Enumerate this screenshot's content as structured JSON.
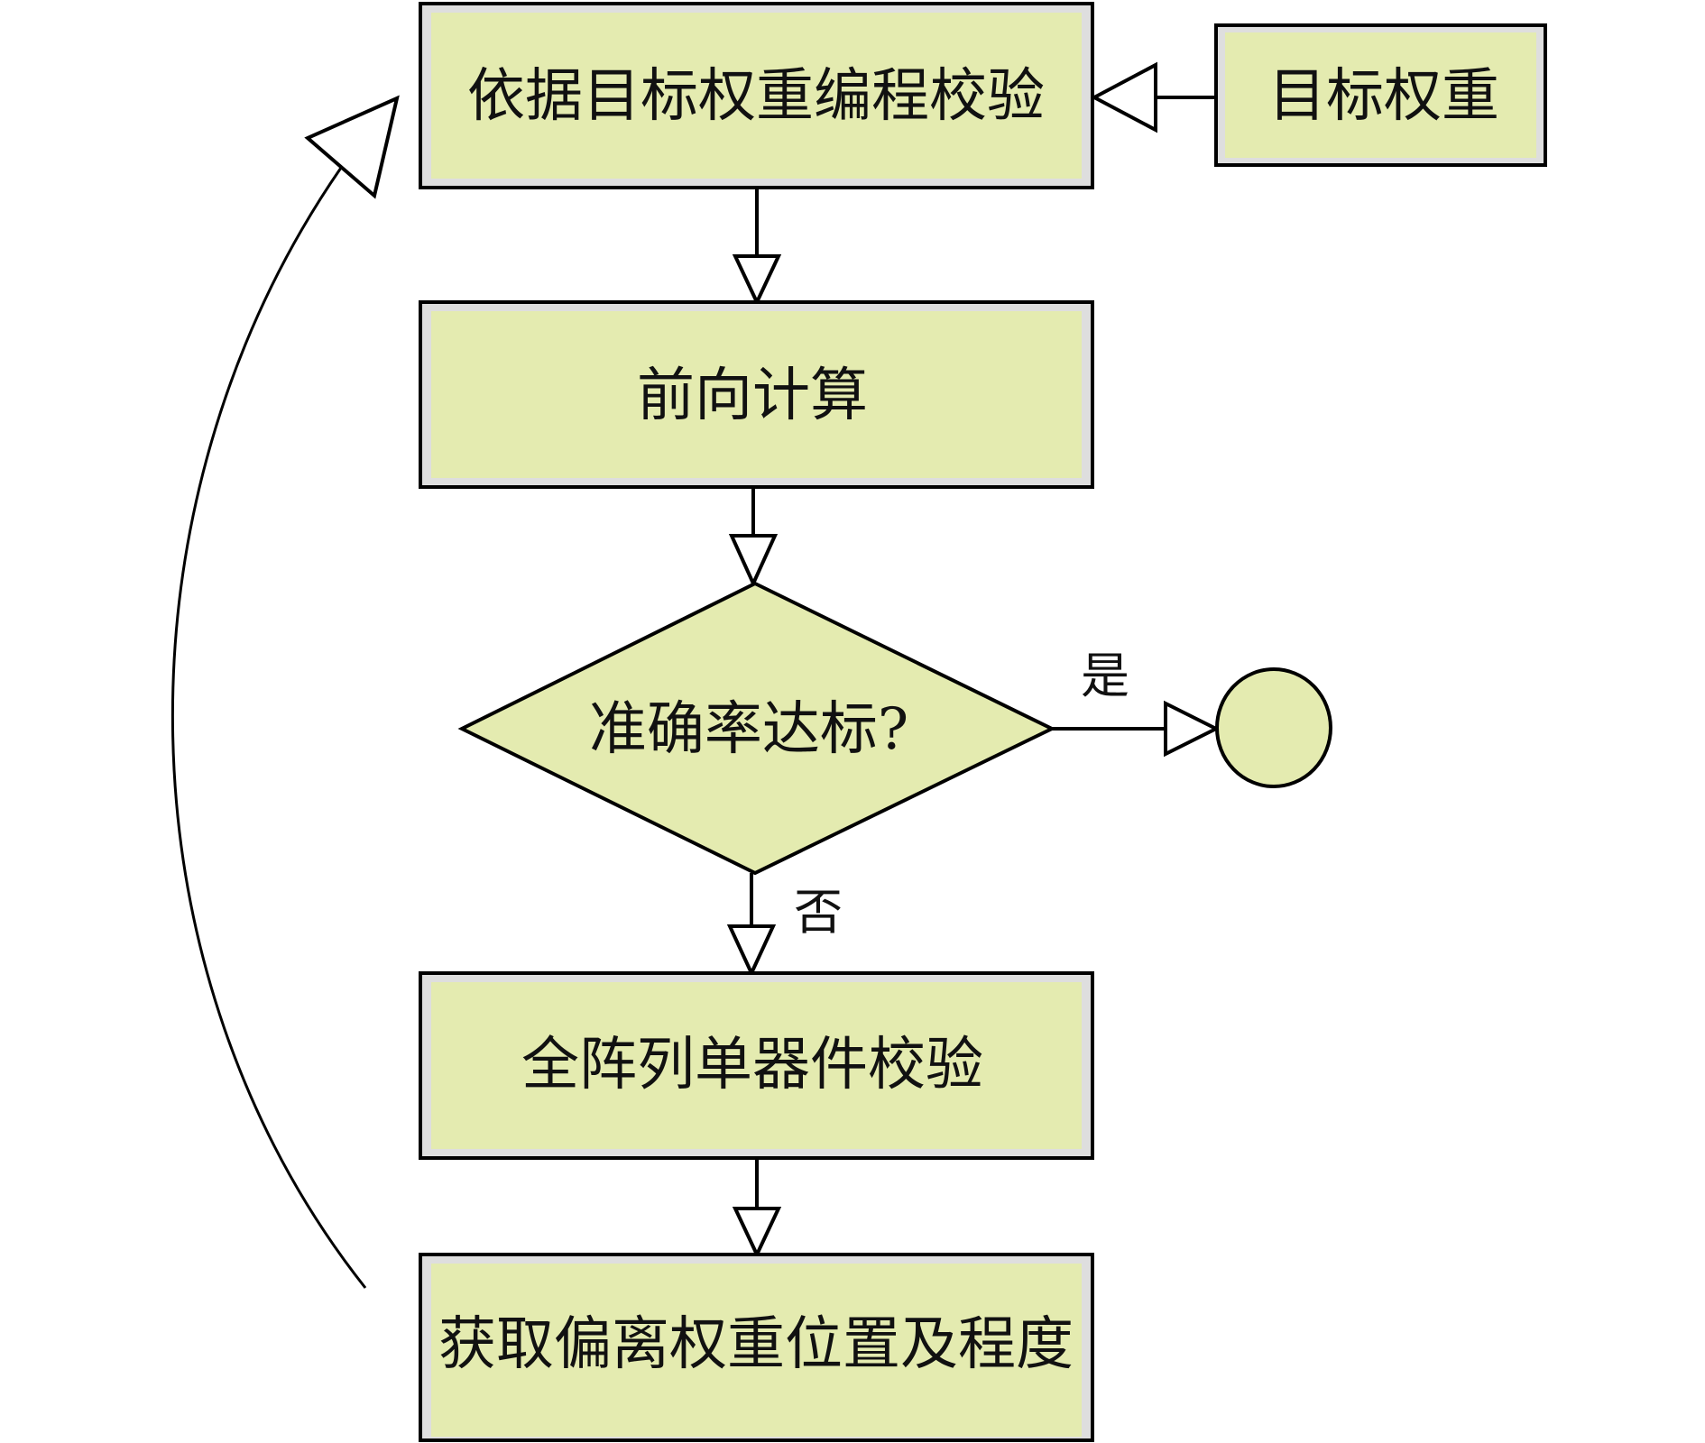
{
  "colors": {
    "fill": "#e4ebb0",
    "inner_band": "#dedede",
    "stroke": "#000000",
    "text": "#111111",
    "background": "#ffffff"
  },
  "nodes": {
    "encode_verify": {
      "label": "依据目标权重编程校验",
      "shape": "rectangle"
    },
    "target_weights": {
      "label": "目标权重",
      "shape": "rectangle"
    },
    "forward_compute": {
      "label": "前向计算",
      "shape": "rectangle"
    },
    "accuracy_check": {
      "label": "准确率达标?",
      "shape": "diamond"
    },
    "end": {
      "label": "",
      "shape": "circle"
    },
    "array_verify": {
      "label": "全阵列单器件校验",
      "shape": "rectangle"
    },
    "get_deviation": {
      "label": "获取偏离权重位置及程度",
      "shape": "rectangle"
    }
  },
  "edges": {
    "yes_label": "是",
    "no_label": "否",
    "list": [
      {
        "from": "target_weights",
        "to": "encode_verify"
      },
      {
        "from": "encode_verify",
        "to": "forward_compute"
      },
      {
        "from": "forward_compute",
        "to": "accuracy_check"
      },
      {
        "from": "accuracy_check",
        "to": "end",
        "label": "是"
      },
      {
        "from": "accuracy_check",
        "to": "array_verify",
        "label": "否"
      },
      {
        "from": "array_verify",
        "to": "get_deviation"
      },
      {
        "from": "get_deviation",
        "to": "encode_verify",
        "style": "curved-loop"
      }
    ]
  }
}
